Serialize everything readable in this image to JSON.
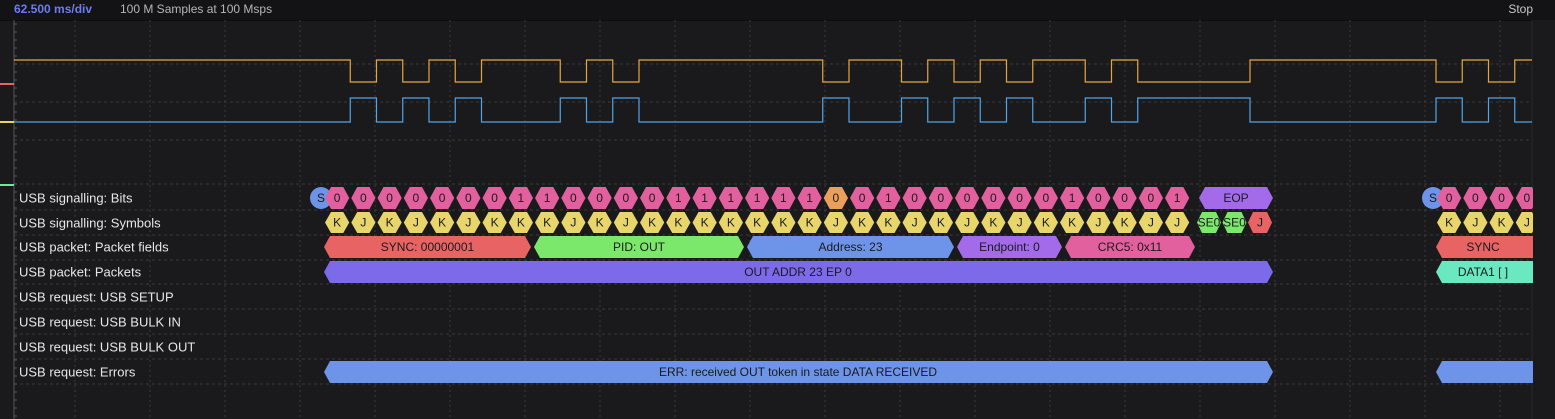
{
  "toolbar": {
    "timebase": "62.500 ms/div",
    "samples": "100 M Samples at 100 Msps",
    "run_state": "Stop"
  },
  "colors": {
    "background": "#1a1a1c",
    "grid": "#3a3a3e",
    "channel_dplus": "#e6a63e",
    "channel_dminus": "#4ea5ec",
    "bit": "#e3609f",
    "bit_highlight": "#eaa05a",
    "symbol_kj": "#e8d66c",
    "symbol_se0": "#7be86c",
    "symbol_j_end": "#e86464",
    "sync": "#e86464",
    "pid": "#7be86c",
    "address": "#6d94e8",
    "endpoint": "#a36bea",
    "crc": "#e3609f",
    "eop": "#a36bea",
    "packet": "#7d6ae8",
    "data1": "#6ae8c0",
    "error": "#6d94e8"
  },
  "rows": [
    {
      "label": "USB signalling: Bits"
    },
    {
      "label": "USB signalling: Symbols"
    },
    {
      "label": "USB packet: Packet fields"
    },
    {
      "label": "USB packet: Packets"
    },
    {
      "label": "USB request: USB SETUP"
    },
    {
      "label": "USB request: USB BULK IN"
    },
    {
      "label": "USB request: USB BULK OUT"
    },
    {
      "label": "USB request: Errors"
    }
  ],
  "bits": {
    "start_label": "S",
    "values": [
      "0",
      "0",
      "0",
      "0",
      "0",
      "0",
      "0",
      "1",
      "1",
      "0",
      "0",
      "0",
      "0",
      "1",
      "1",
      "1",
      "1",
      "1",
      "1",
      "0",
      "0",
      "1",
      "0",
      "0",
      "0",
      "0",
      "0",
      "0",
      "1",
      "0",
      "0",
      "0",
      "1"
    ],
    "highlight_index": 19,
    "eop_label": "EOP",
    "second_start_label": "S",
    "second_values": [
      "0",
      "0",
      "0",
      "0"
    ]
  },
  "symbols": {
    "values": [
      "K",
      "J",
      "K",
      "J",
      "K",
      "J",
      "K",
      "K",
      "K",
      "J",
      "K",
      "J",
      "K",
      "K",
      "K",
      "K",
      "K",
      "K",
      "K",
      "J",
      "K",
      "K",
      "J",
      "K",
      "J",
      "K",
      "J",
      "K",
      "K",
      "J",
      "K",
      "J",
      "J"
    ],
    "eop": [
      "SE0",
      "SE0",
      "J"
    ],
    "second_values": [
      "K",
      "J",
      "K",
      "J"
    ]
  },
  "fields": [
    {
      "label": "SYNC: 00000001"
    },
    {
      "label": "PID: OUT"
    },
    {
      "label": "Address: 23"
    },
    {
      "label": "Endpoint: 0"
    },
    {
      "label": "CRC5: 0x11"
    },
    {
      "label": "SYNC"
    }
  ],
  "packets": [
    {
      "label": "OUT ADDR 23 EP 0"
    },
    {
      "label": "DATA1 [ ]"
    }
  ],
  "errors": [
    {
      "label": "ERR: received OUT token in state DATA RECEIVED"
    },
    {
      "label": ""
    }
  ],
  "waveforms": {
    "dplus_levels": "1 0 1 0 1 0 1 1 1 0 1 0 1 1 1 1 1 1 1 0 1 1 0 1 0 1 0 1 1 0 1 0 0 . . 0 1 1 1 1 1 1 1 1 1 1 1 1 1 1 0 1 0",
    "dminus_levels": "0 1 0 1 0 1 0 0 0 1 0 1 0 0 0 0 0 0 0 1 0 0 1 0 1 0 1 0 0 1 0 1 1 . . 1 0 0 0 0 0 0 0 0 0 0 0 0 0 0 1 0 1"
  }
}
